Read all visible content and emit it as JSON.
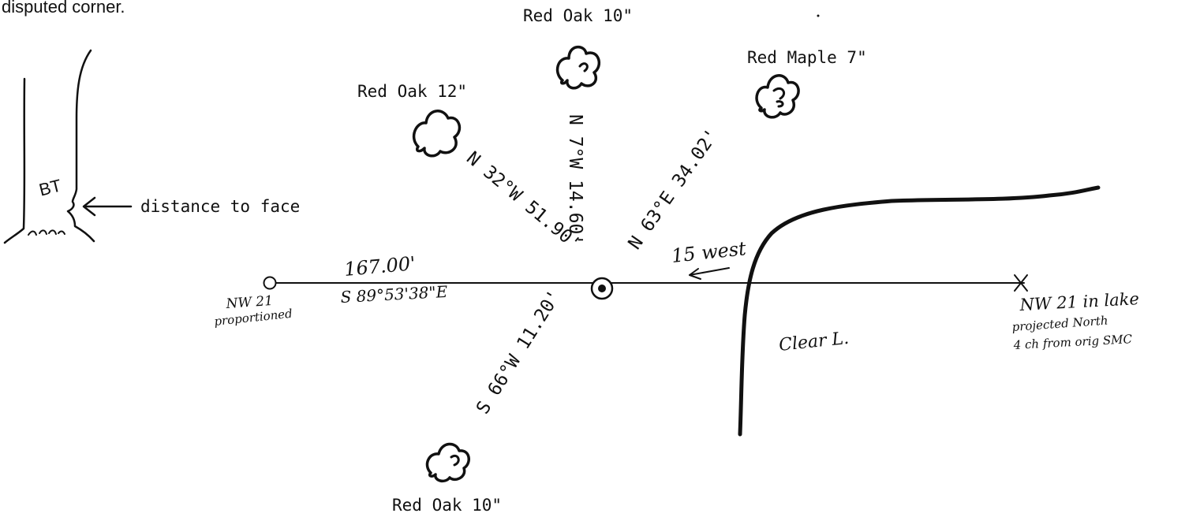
{
  "caption_fragment": "disputed corner.",
  "bearing_tree_sketch": {
    "label": "BT",
    "annotation": "distance to face"
  },
  "bearing_trees": [
    {
      "name": "Red Oak 10\"",
      "bearing": "N 7°W 14.60'"
    },
    {
      "name": "Red Maple 7\"",
      "bearing": "N 63°E 34.02'"
    },
    {
      "name": "Red Oak 12\"",
      "bearing": "N 32°W 51.90'"
    },
    {
      "name": "Red Oak 10\"",
      "bearing": "S 66°W 11.20'"
    }
  ],
  "west_end": {
    "label_line1": "NW 21",
    "label_line2": "proportioned"
  },
  "line": {
    "distance": "167.00'",
    "bearing": "S 89°53'38\"E"
  },
  "offset_note": "15 west",
  "lake_label": "Clear L.",
  "east_end": {
    "line1": "NW 21 in lake",
    "line2": "projected North",
    "line3": "4 ch from orig SMC"
  }
}
